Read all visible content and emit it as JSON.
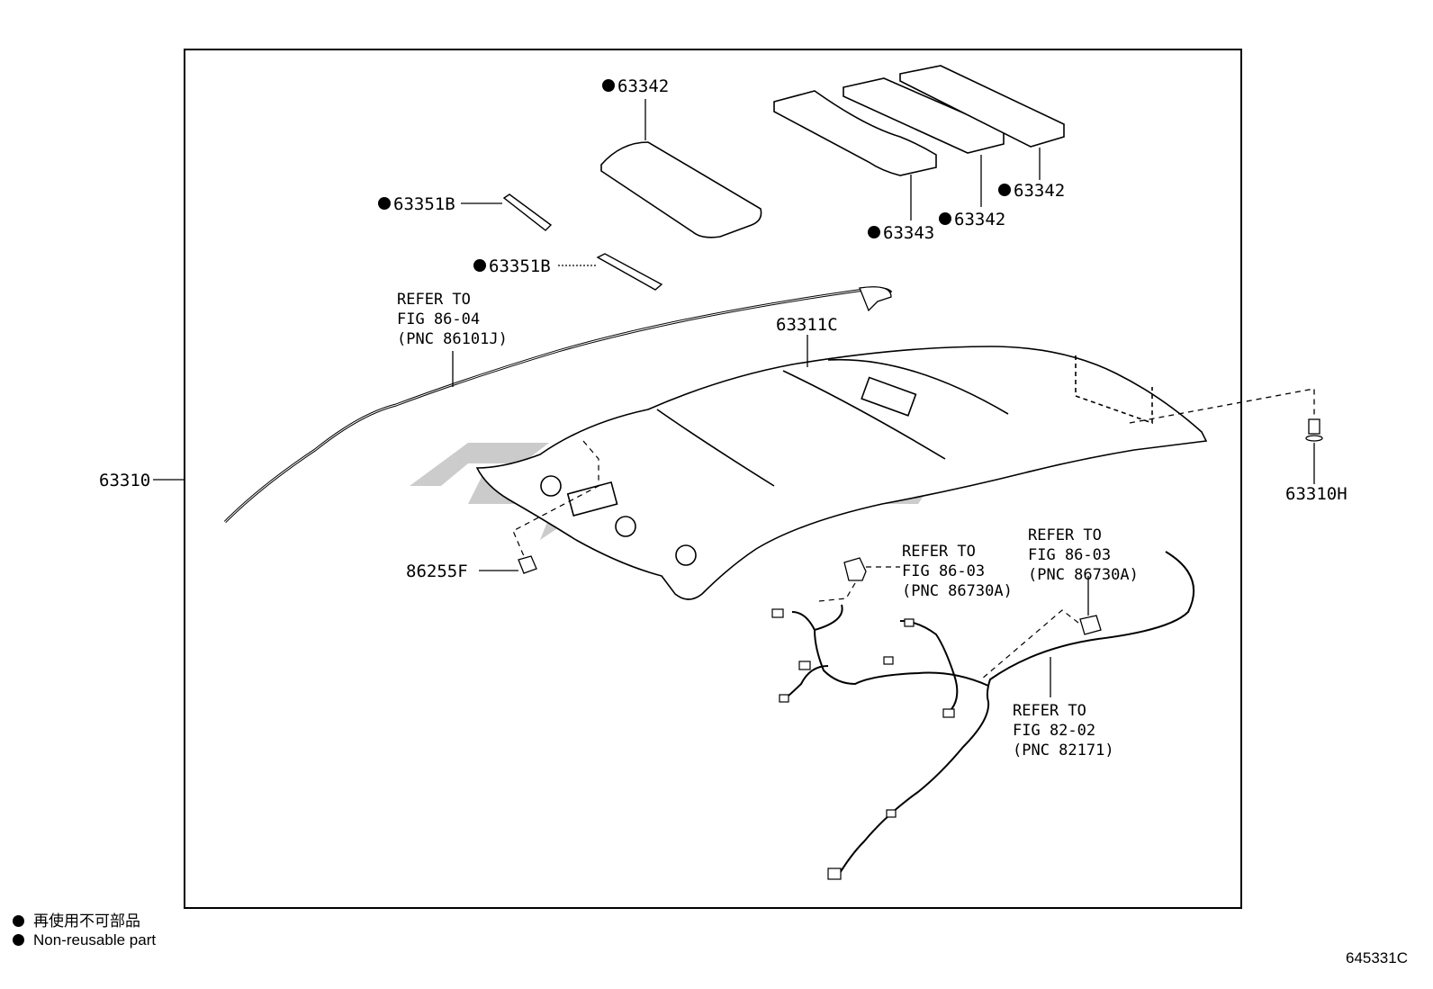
{
  "callouts": {
    "part_63342_a": "63342",
    "part_63351b_a": "63351B",
    "part_63351b_b": "63351B",
    "part_63343": "63343",
    "part_63342_b": "63342",
    "part_63342_c": "63342",
    "part_63311c": "63311C",
    "part_63310": "63310",
    "part_63310h": "63310H",
    "part_86255f": "86255F"
  },
  "references": {
    "ref_86101j": [
      "REFER TO",
      "FIG 86-04",
      "(PNC 86101J)"
    ],
    "ref_86730a_left": [
      "REFER TO",
      "FIG 86-03",
      "(PNC 86730A)"
    ],
    "ref_86730a_right": [
      "REFER TO",
      "FIG 86-03",
      "(PNC 86730A)"
    ],
    "ref_82171": [
      "REFER TO",
      "FIG 82-02",
      "(PNC 82171)"
    ]
  },
  "legend": {
    "line1": "再使用不可部品",
    "line2": "Non-reusable part"
  },
  "figure_id": "645331C",
  "colors": {
    "line": "#000000",
    "watermark": "#c8c8c8"
  }
}
